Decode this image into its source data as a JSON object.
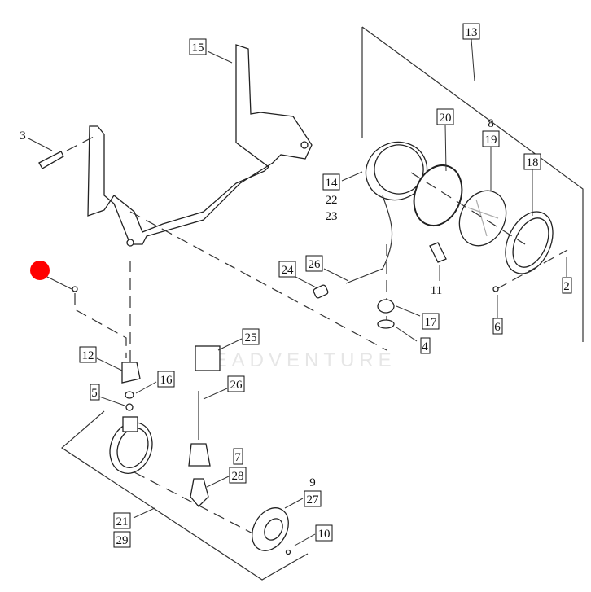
{
  "diagram": {
    "watermark": "LEADVENTURE",
    "marker_color": "#ff0000",
    "callouts": [
      "13",
      "15",
      "3",
      "20",
      "8",
      "19",
      "18",
      "14",
      "22",
      "23",
      "26",
      "24",
      "11",
      "2",
      "17",
      "6",
      "4",
      "25",
      "12",
      "16",
      "5",
      "26",
      "7",
      "28",
      "9",
      "27",
      "21",
      "29",
      "10"
    ]
  }
}
